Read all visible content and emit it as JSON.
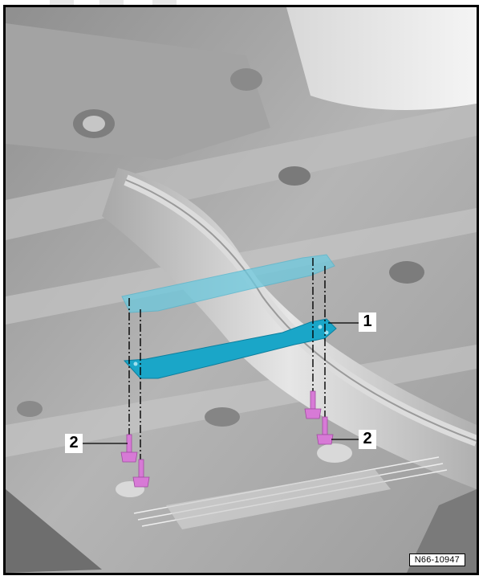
{
  "figure": {
    "reference_code": "N66-10947",
    "callouts": [
      {
        "id": "1",
        "label": "1",
        "target": "cross-member-bracket"
      },
      {
        "id": "2a",
        "label": "2",
        "target": "bolts-left"
      },
      {
        "id": "2b",
        "label": "2",
        "target": "bolts-right"
      }
    ],
    "colors": {
      "bracket": "#1aa6c8",
      "bracket_ghost": "#6cc9de",
      "bolt": "#d77ad6",
      "body": "#b8b8b8",
      "frame": "#000000"
    }
  }
}
